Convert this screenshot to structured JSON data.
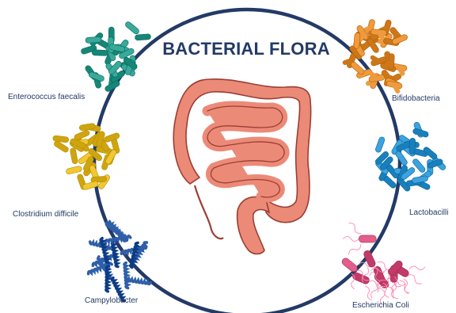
{
  "diagram": {
    "title": "BACTERIAL FLORA",
    "colors": {
      "ring": "#233a66",
      "title": "#233a66",
      "intestine_fill": "#ec8a78",
      "intestine_stroke": "#9c3e34"
    },
    "bacteria": [
      {
        "id": "enterococcus",
        "label": "Enterococcus faecalis",
        "color": "#3aa99a",
        "shape": "rods"
      },
      {
        "id": "clostridium",
        "label": "Clostridium difficile",
        "color": "#f2c832",
        "shape": "rods"
      },
      {
        "id": "campylobacter",
        "label": "Campylobacter",
        "color": "#2f5fa8",
        "shape": "spirals"
      },
      {
        "id": "bifidobacteria",
        "label": "Bifidobacteria",
        "color": "#ef9a3c",
        "shape": "branched-rods"
      },
      {
        "id": "lactobacilli",
        "label": "Lactobacilli",
        "color": "#3da2dd",
        "shape": "rods"
      },
      {
        "id": "escherichia",
        "label": "Escherichia Coli",
        "color": "#e35f8a",
        "shape": "flagellated-rods"
      }
    ]
  }
}
